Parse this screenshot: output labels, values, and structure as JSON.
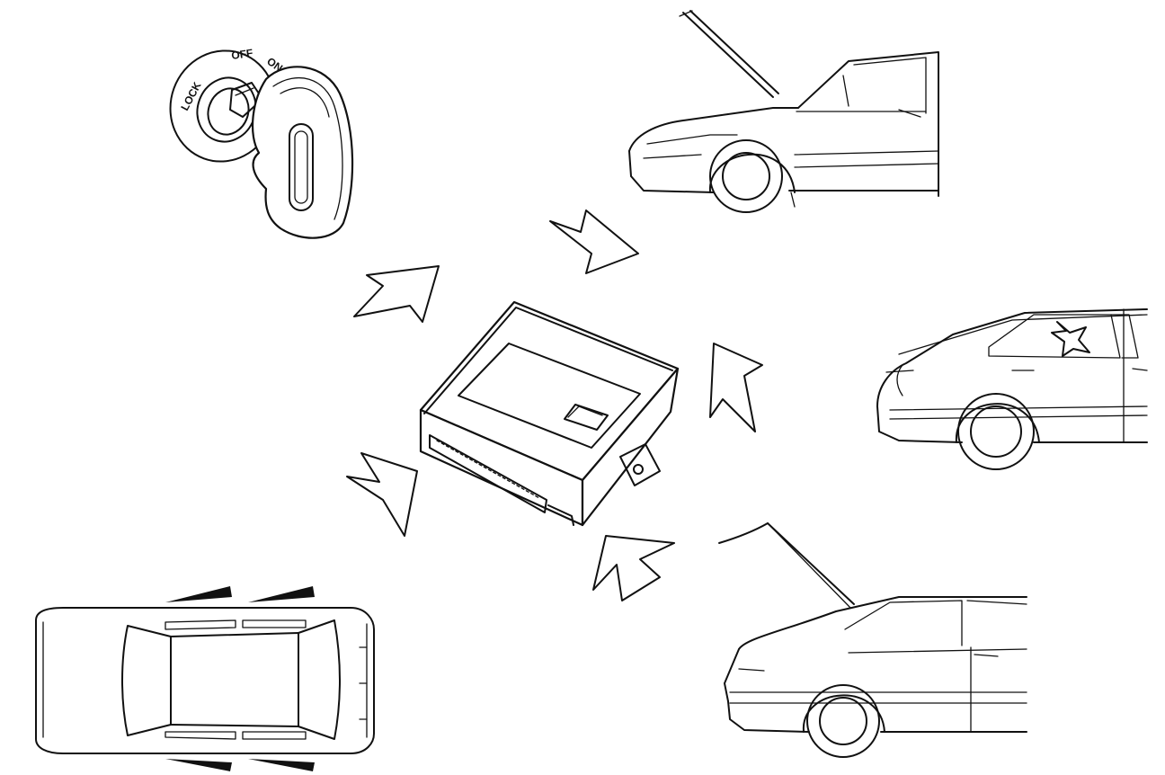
{
  "ignition": {
    "positions": [
      "LOCK",
      "OFF",
      "ON"
    ]
  },
  "icons": {
    "ignition": "ignition-key-icon",
    "control_unit": "control-unit-module-icon",
    "hood": "car-hood-open-icon",
    "door": "car-door-icon",
    "tailgate": "car-tailgate-open-icon",
    "topview": "car-top-view-flashing-lights-icon",
    "arrow": "inward-arrow-icon"
  },
  "colors": {
    "line": "#111111",
    "background": "#ffffff"
  }
}
